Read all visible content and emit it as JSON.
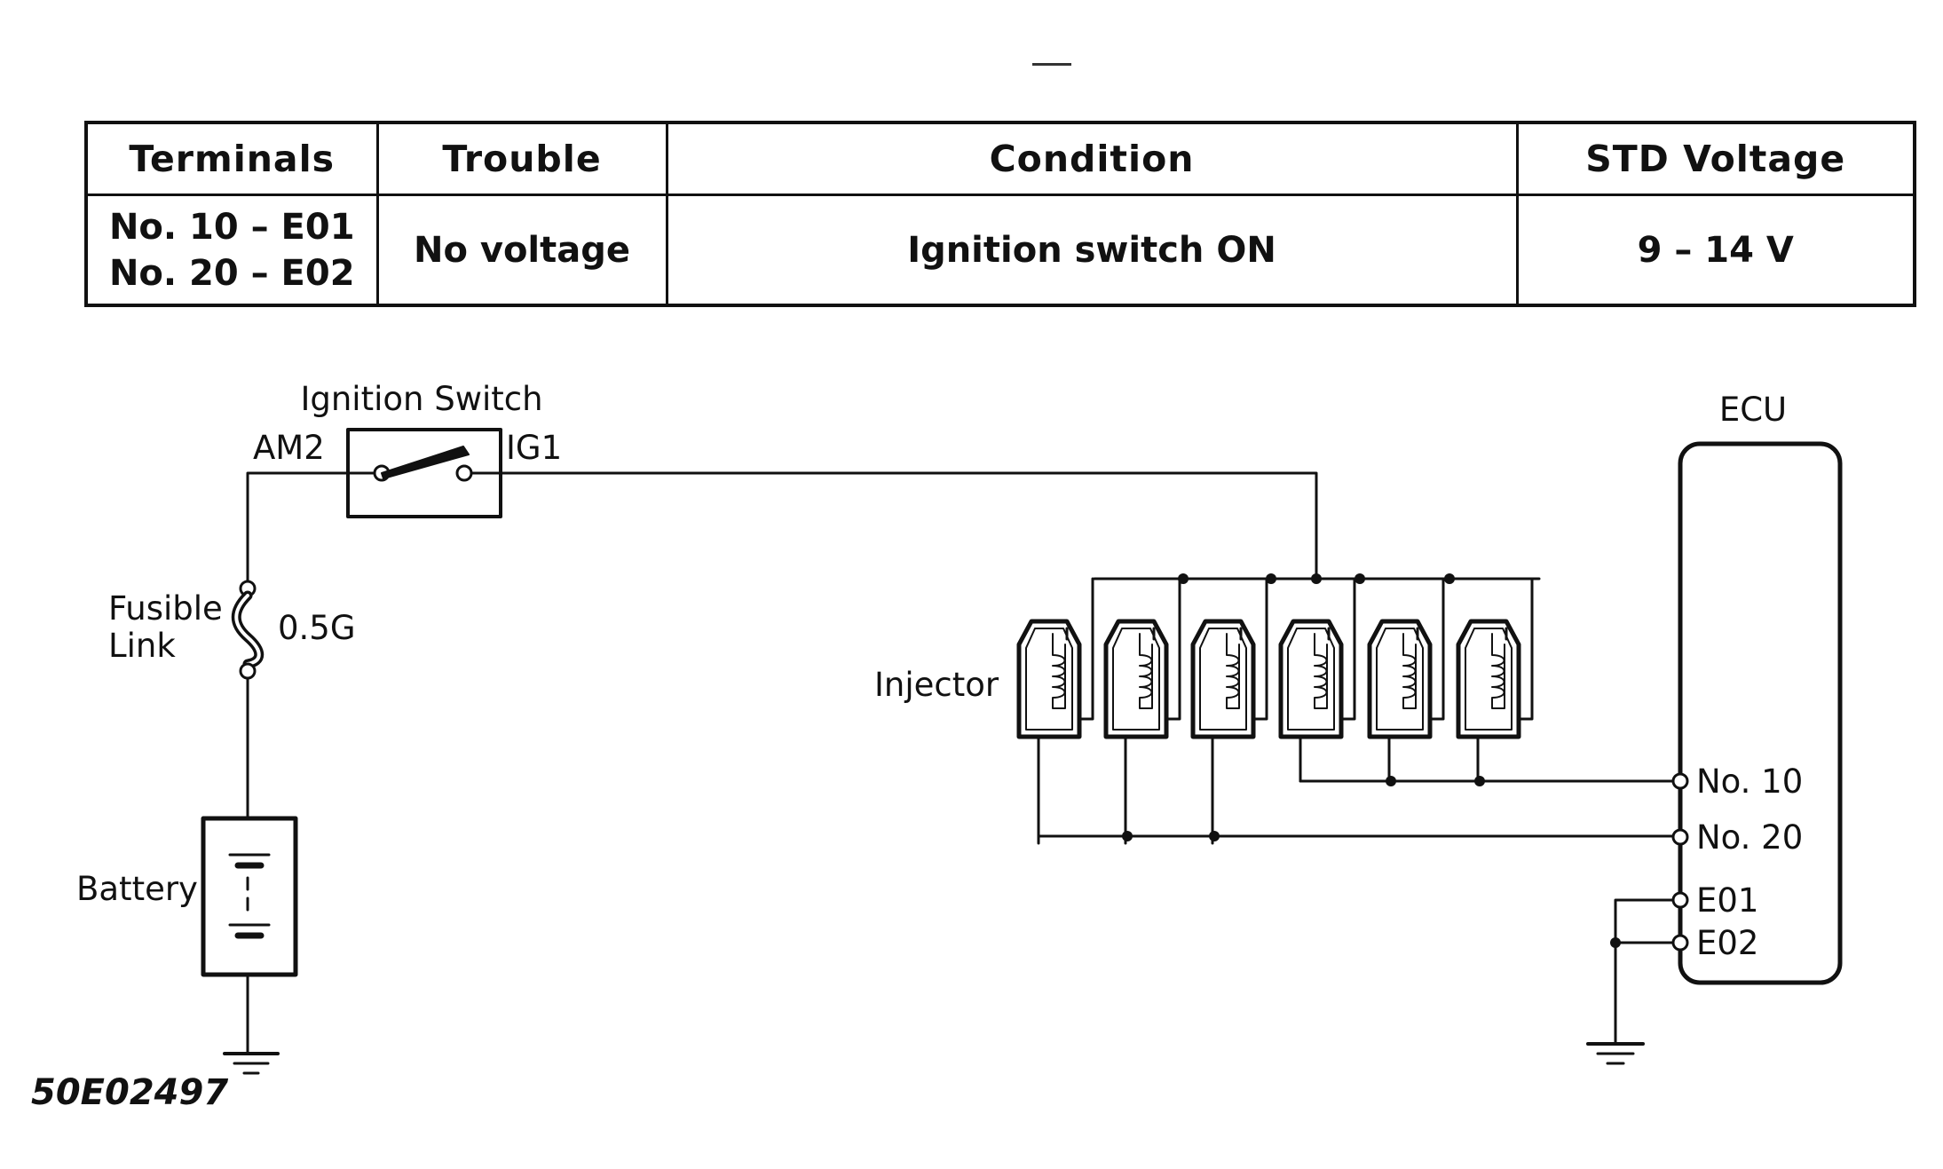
{
  "table": {
    "headers": [
      "Terminals",
      "Trouble",
      "Condition",
      "STD Voltage"
    ],
    "row": {
      "terminals": [
        "No. 10 – E01",
        "No. 20 – E02"
      ],
      "trouble": "No voltage",
      "condition": "Ignition switch ON",
      "std_voltage": "9 – 14 V"
    }
  },
  "diagram": {
    "ignition_switch_label": "Ignition Switch",
    "am2_label": "AM2",
    "ig1_label": "IG1",
    "fusible_link_label_1": "Fusible",
    "fusible_link_label_2": "Link",
    "fusible_rating": "0.5G",
    "battery_label": "Battery",
    "injector_label": "Injector",
    "ecu_label": "ECU",
    "terminals": {
      "no10": "No. 10",
      "no20": "No. 20",
      "e01": "E01",
      "e02": "E02"
    }
  },
  "figure_code": "50E02497"
}
